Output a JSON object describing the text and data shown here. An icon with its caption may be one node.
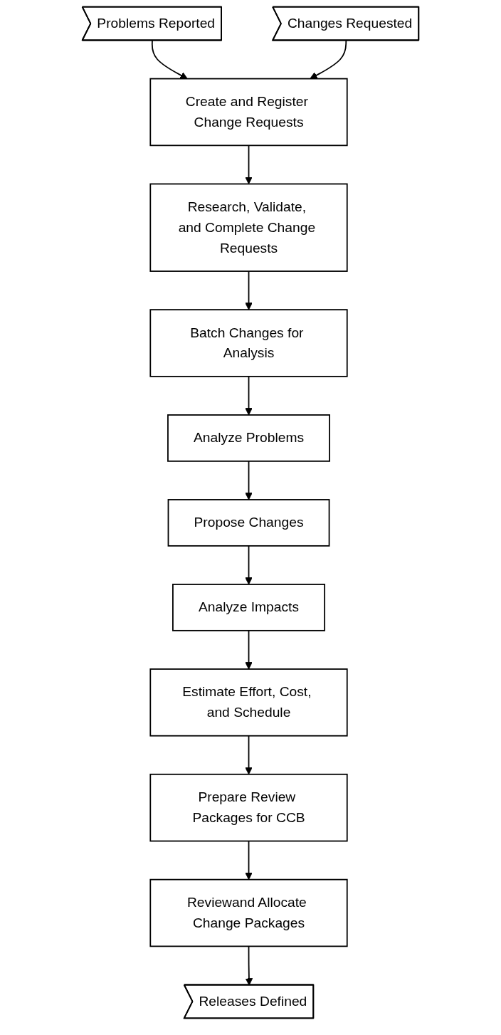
{
  "diagram": {
    "nodes": [
      {
        "text": [
          "Problems Reported"
        ]
      },
      {
        "text": [
          "Changes Requested"
        ]
      },
      {
        "text": [
          "Create and Register Change Requests"
        ]
      },
      {
        "text": [
          "Research, Validate, and Complete Change Requests"
        ]
      },
      {
        "text": [
          "Batch Changes for Analysis"
        ]
      },
      {
        "text": [
          "Analyze Problems"
        ]
      },
      {
        "text": [
          "Propose Changes"
        ]
      },
      {
        "text": [
          "Analyze Impacts"
        ]
      },
      {
        "text": [
          "Estimate Effort, Cost, and Schedule"
        ]
      },
      {
        "text": [
          "Prepare Review Packages for CCB"
        ]
      },
      {
        "text": [
          "Reviewand Allocate Change Packages"
        ]
      },
      {
        "text": [
          "Releases Defined"
        ]
      }
    ],
    "edges": [
      {
        "from": 0,
        "to": 2,
        "arrow": "to"
      },
      {
        "from": 1,
        "to": 2,
        "arrow": "to"
      },
      {
        "from": 2,
        "to": 3,
        "arrow": "to"
      },
      {
        "from": 3,
        "to": 4,
        "arrow": "to"
      },
      {
        "from": 4,
        "to": 5,
        "arrow": "to"
      },
      {
        "from": 5,
        "to": 6,
        "arrow": "to"
      },
      {
        "from": 6,
        "to": 7,
        "arrow": "to"
      },
      {
        "from": 7,
        "to": 8,
        "arrow": "to"
      },
      {
        "from": 8,
        "to": 9,
        "arrow": "to"
      },
      {
        "from": 9,
        "to": 10,
        "arrow": "to"
      },
      {
        "from": 10,
        "to": 11,
        "arrow": "to"
      }
    ]
  }
}
